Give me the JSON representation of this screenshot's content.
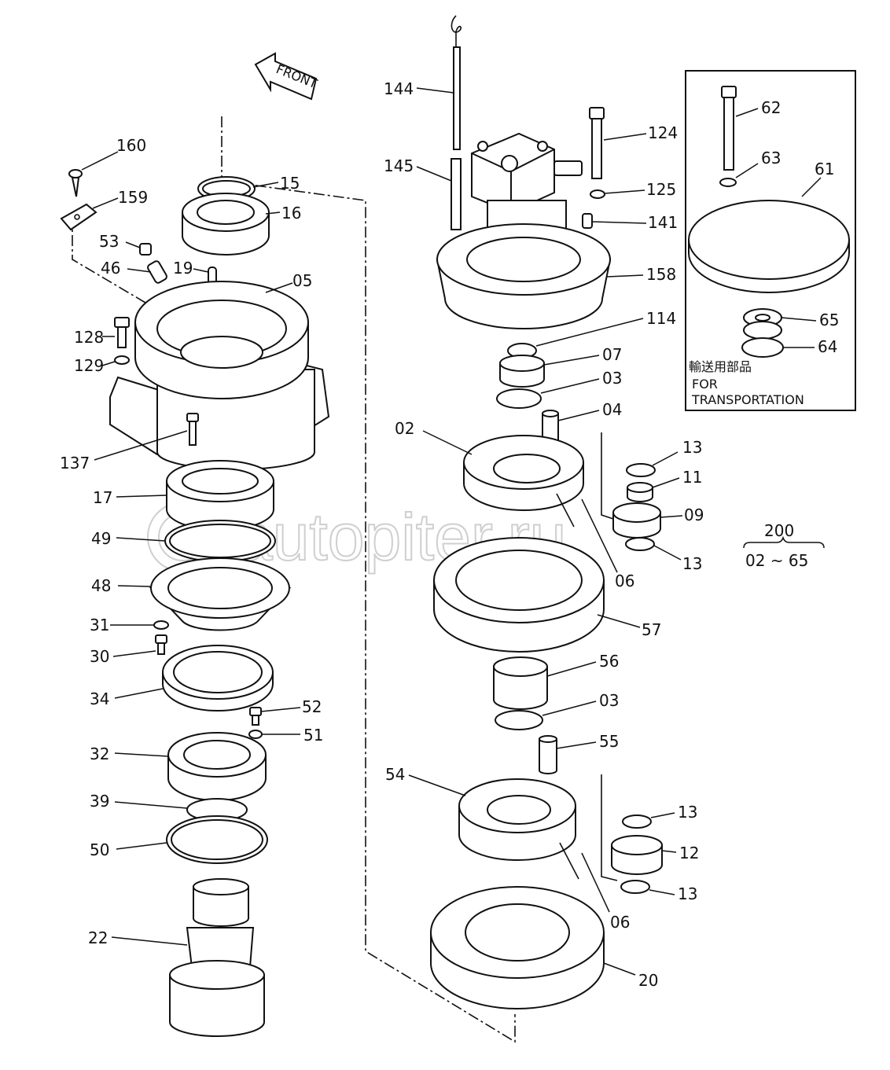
{
  "front_arrow": "FRONT",
  "watermark": "autopiter.ru",
  "transport_box": {
    "title_ja": "輸送用部品",
    "title_en_1": "FOR",
    "title_en_2": "TRANSPORTATION"
  },
  "assembly": {
    "number": "200",
    "range": "02 ~ 65"
  },
  "labels": {
    "p160": "160",
    "p159": "159",
    "p53": "53",
    "p46": "46",
    "p19": "19",
    "p05": "05",
    "p15": "15",
    "p16": "16",
    "p128": "128",
    "p129": "129",
    "p137": "137",
    "p17": "17",
    "p49": "49",
    "p48": "48",
    "p31": "31",
    "p30": "30",
    "p34": "34",
    "p52": "52",
    "p51": "51",
    "p32": "32",
    "p39": "39",
    "p50": "50",
    "p22": "22",
    "p144": "144",
    "p145": "145",
    "p124": "124",
    "p125": "125",
    "p141": "141",
    "p158": "158",
    "p114": "114",
    "p07": "07",
    "p03a": "03",
    "p04": "04",
    "p02": "02",
    "p13a": "13",
    "p11": "11",
    "p09": "09",
    "p13b": "13",
    "p06a": "06",
    "p57": "57",
    "p56": "56",
    "p03b": "03",
    "p55": "55",
    "p54": "54",
    "p13c": "13",
    "p12": "12",
    "p13d": "13",
    "p06b": "06",
    "p20": "20",
    "p62": "62",
    "p63": "63",
    "p61": "61",
    "p65": "65",
    "p64": "64"
  }
}
